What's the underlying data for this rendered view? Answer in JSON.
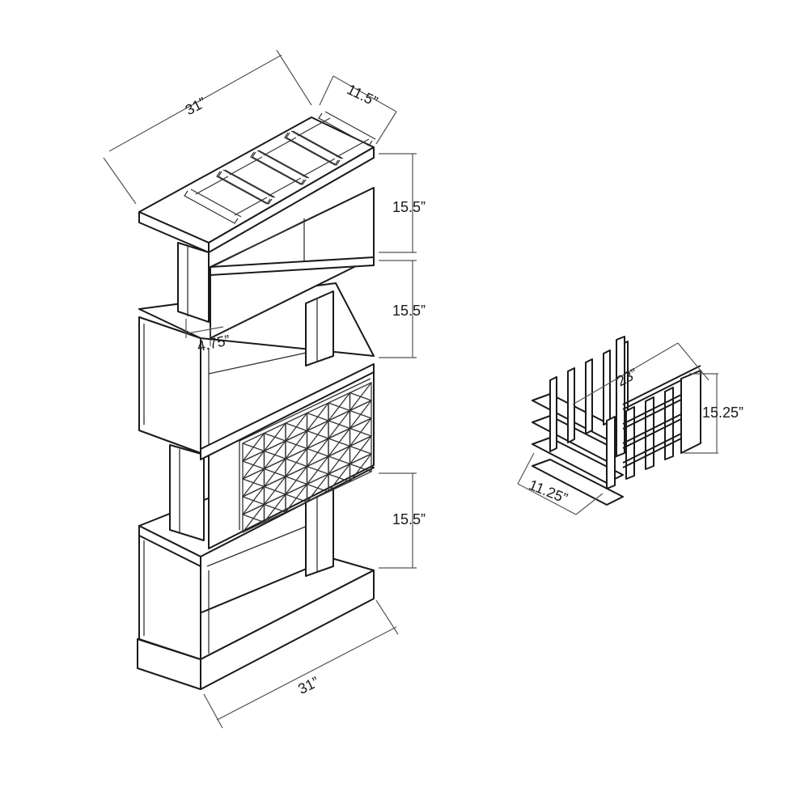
{
  "colors": {
    "line": "#1a1a1a",
    "background": "#ffffff",
    "dimension_line": "#555555"
  },
  "dimensions": {
    "top_width": "31”",
    "top_depth": "11.5”",
    "shelf_height_1": "15.5”",
    "shelf_height_2": "15.5”",
    "shelf_height_3": "15.5”",
    "post_width": "4.75”",
    "base_width": "31”"
  },
  "wine_rack": {
    "width": "23”",
    "height": "15.25”",
    "depth": "11.25”"
  }
}
